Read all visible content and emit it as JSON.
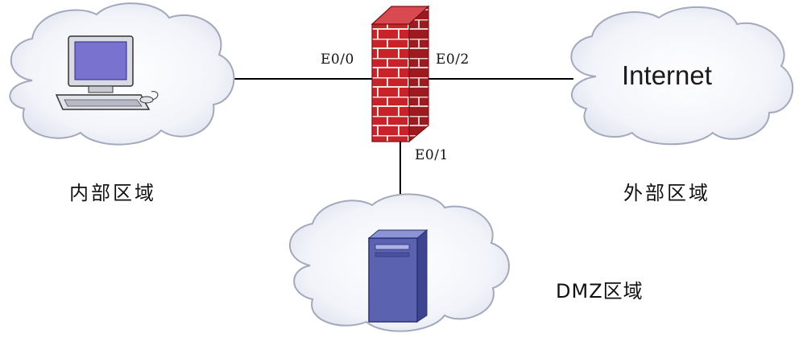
{
  "ports": {
    "e00": "E0/0",
    "e02": "E0/2",
    "e01": "E0/1"
  },
  "zones": {
    "internal": "内部区域",
    "external": "外部区域",
    "dmz": "DMZ区域"
  },
  "internet_label": "Internet",
  "colors": {
    "cloud_fill": "#edf0f7",
    "cloud_edge": "#a3a9bc",
    "brick": "#c8232b",
    "mortar": "#f4e2dd",
    "server": "#5b63b0",
    "monitor": "#7a72cf",
    "link": "#000000"
  },
  "icons": {
    "firewall": "firewall-brick-icon",
    "computer": "desktop-computer-icon",
    "server": "server-tower-icon"
  }
}
